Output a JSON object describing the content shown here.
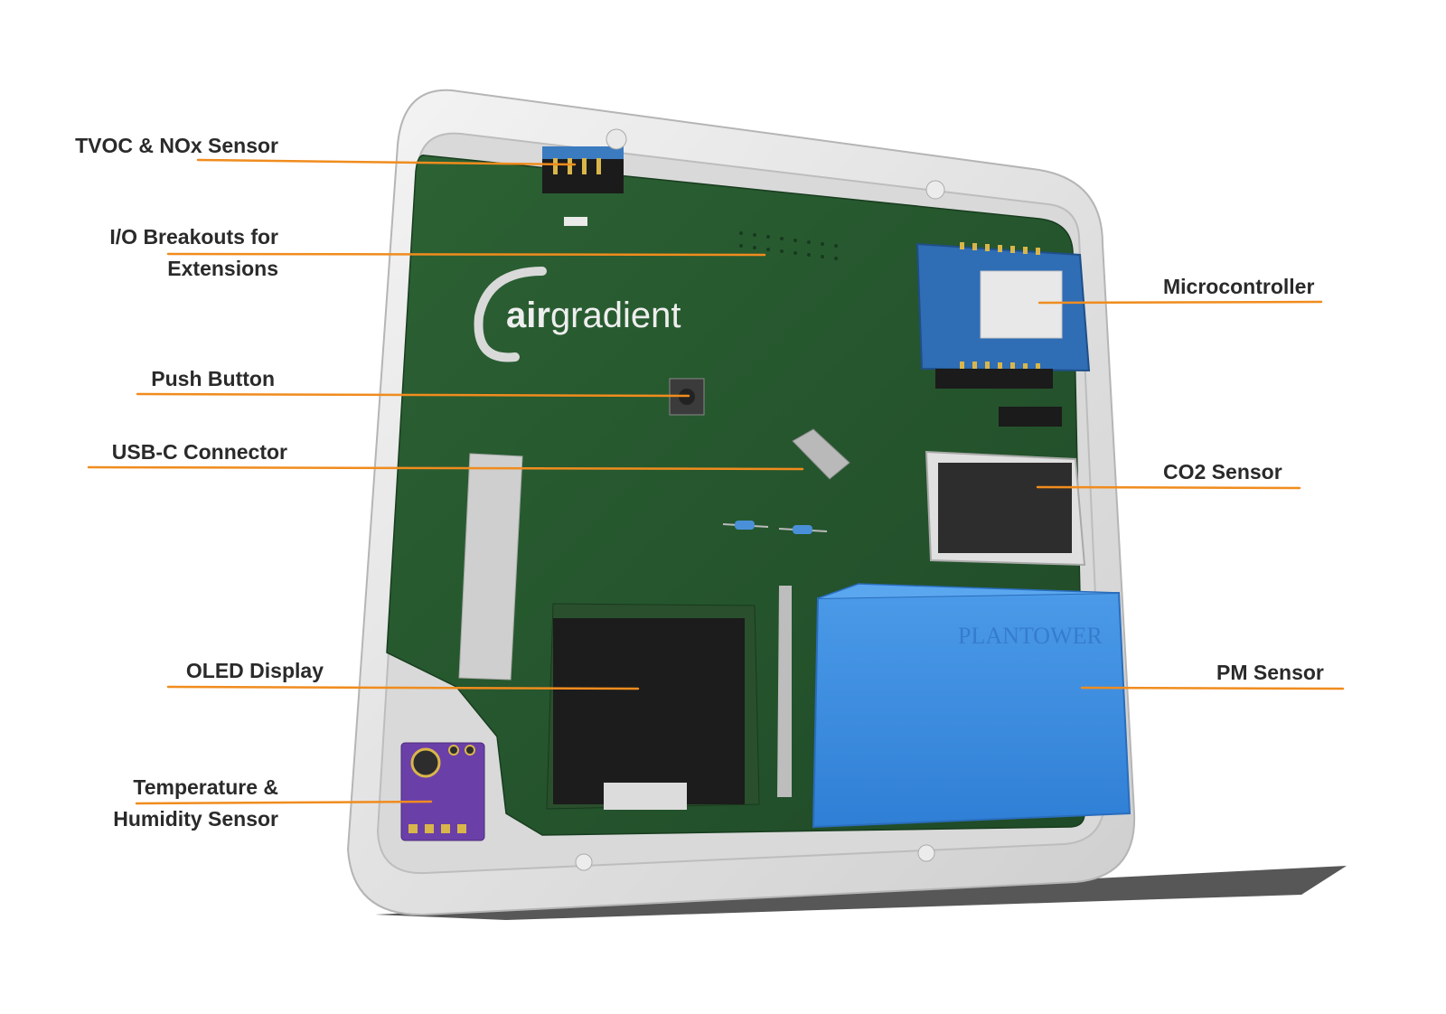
{
  "brand": {
    "logo_text_bold": "air",
    "logo_text_light": "gradient",
    "pm_sensor_mark": "PLANTOWER"
  },
  "colors": {
    "callout_line": "#f08c1e",
    "label_text": "#2a2a2a",
    "pcb_green": "#24542c",
    "enclosure": "#e6e6e6",
    "pm_sensor_blue": "#3d8de0",
    "microcontroller_blue": "#2f6db5",
    "temp_sensor_purple": "#6b3fa8",
    "oled_black": "#1c1c1c"
  },
  "callouts": {
    "tvoc_nox_sensor": {
      "lines": [
        "TVOC & NOx Sensor"
      ]
    },
    "io_breakouts": {
      "lines": [
        "I/O Breakouts for",
        "Extensions"
      ]
    },
    "push_button": {
      "lines": [
        "Push Button"
      ]
    },
    "usb_c_connector": {
      "lines": [
        "USB-C Connector"
      ]
    },
    "oled_display": {
      "lines": [
        "OLED Display"
      ]
    },
    "temperature_humidity_sensor": {
      "lines": [
        "Temperature &",
        "Humidity Sensor"
      ]
    },
    "microcontroller": {
      "lines": [
        "Microcontroller"
      ]
    },
    "co2_sensor": {
      "lines": [
        "CO2 Sensor"
      ]
    },
    "pm_sensor": {
      "lines": [
        "PM Sensor"
      ]
    }
  },
  "icons": {
    "board": "pcb-board-illustration",
    "logo": "airgradient-logo"
  }
}
